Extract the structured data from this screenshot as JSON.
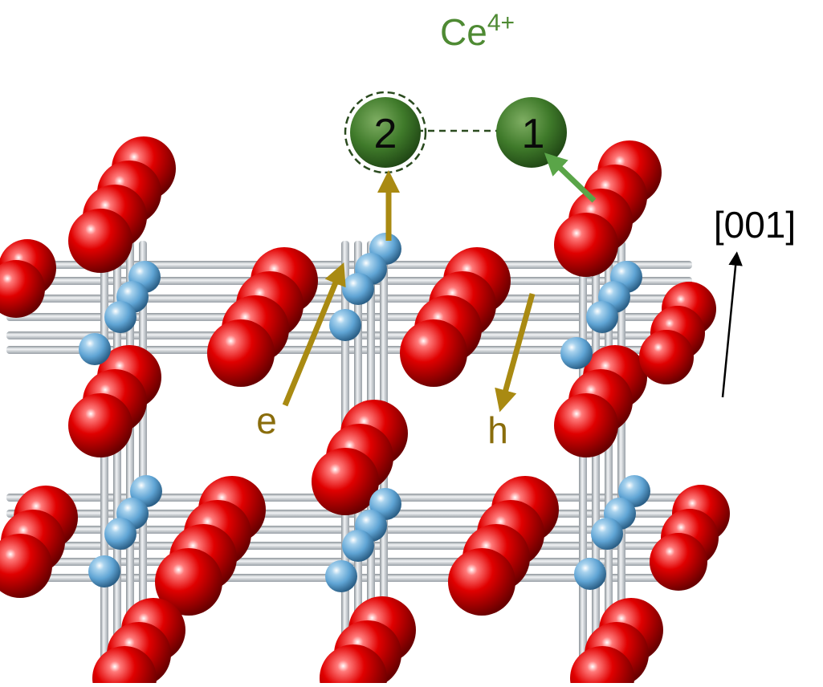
{
  "labels": {
    "ion_base": "Ce",
    "ion_charge": "4+",
    "site_1": "1",
    "site_2": "2",
    "electron": "e",
    "hole": "h",
    "direction": "[001]"
  },
  "colors": {
    "oxygen": "#e00000",
    "cation": "#6aaedb",
    "bond": "#d8dde2",
    "adsorbate": "#3f7a2a",
    "ion_label": "#4e8a33",
    "carrier_arrow": "#a98a12",
    "hop_arrow": "#5aa548",
    "axis_arrow": "#000000"
  }
}
